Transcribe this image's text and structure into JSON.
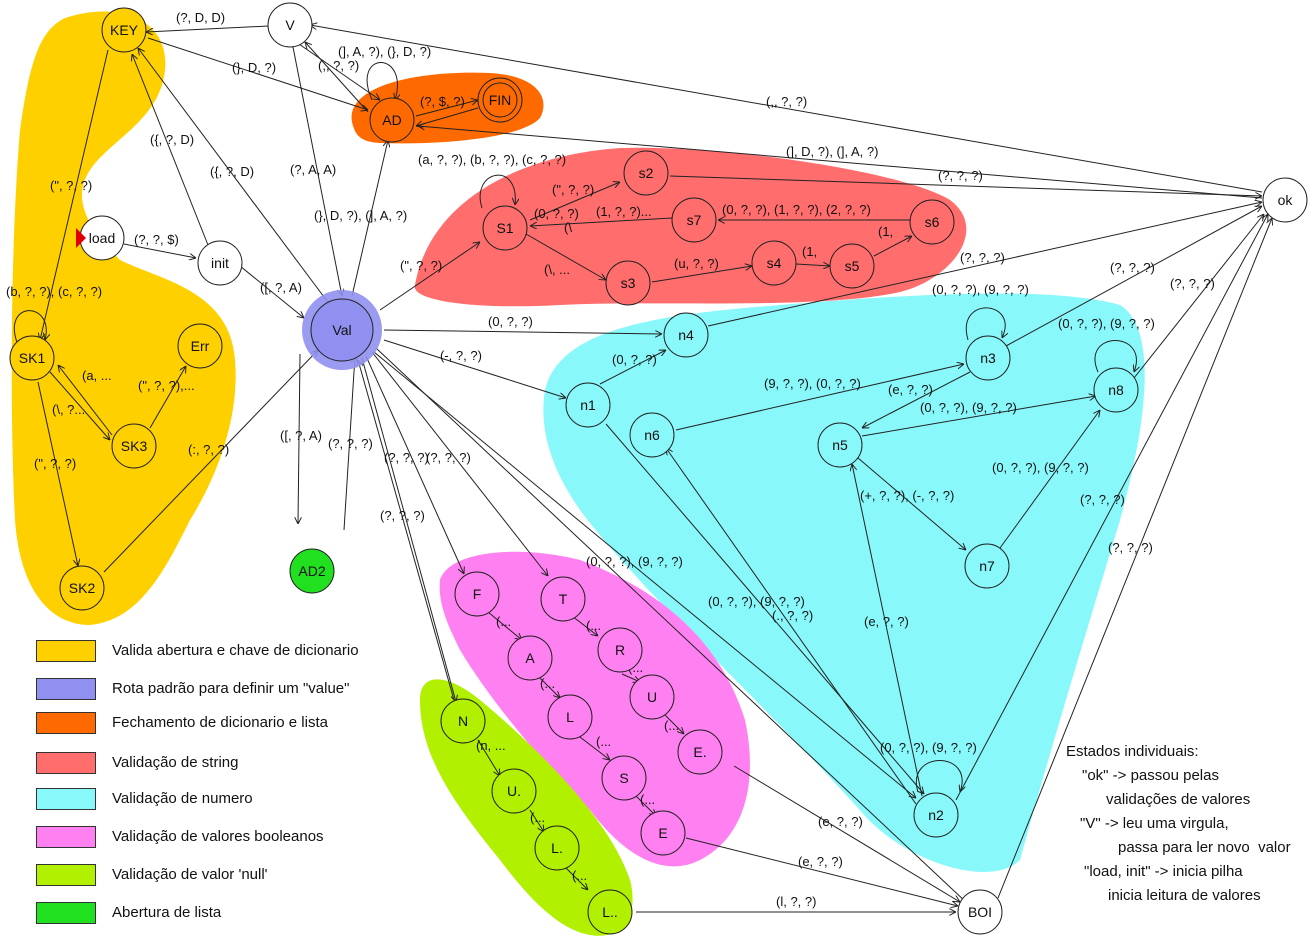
{
  "colors": {
    "key": "#ffd000",
    "value": "#8f90f0",
    "close": "#ff6a00",
    "string": "#ff6d6d",
    "number": "#88f8fb",
    "bool": "#ff80f0",
    "null": "#b0f000",
    "list": "#20e020"
  },
  "nodes": {
    "KEY": "KEY",
    "V": "V",
    "AD": "AD",
    "FIN": "FIN",
    "ok": "ok",
    "load": "load",
    "init": "init",
    "SK1": "SK1",
    "Err": "Err",
    "SK3": "SK3",
    "SK2": "SK2",
    "Val": "Val",
    "AD2": "AD2",
    "s1": "S1",
    "s2": "s2",
    "s3": "s3",
    "s4": "s4",
    "s5": "s5",
    "s6": "s6",
    "s7": "s7",
    "n1": "n1",
    "n2": "n2",
    "n3": "n3",
    "n4": "n4",
    "n5": "n5",
    "n6": "n6",
    "n7": "n7",
    "n8": "n8",
    "F": "F",
    "A": "A",
    "L": "L",
    "S": "S",
    "E": "E",
    "T": "T",
    "R": "R",
    "U": "U",
    "Edot": "E.",
    "N": "N",
    "Udot": "U.",
    "L1": "L.",
    "L2": "L..",
    "BOI": "BOI"
  },
  "edge_labels": {
    "v_key": "(?, D, D)",
    "key_ad": "(}, D, ?)",
    "ad_loop": "(], A, ?), (}, D, ?)",
    "v_ad": "(,, ?, ?)",
    "ad_fin": "(?, $, ?)",
    "ok_v": "(,, ?, ?)",
    "ok_ad": "(], D, ?), (], A, ?)",
    "init_key": "({, ?, D)",
    "val_key": "({, ?, D)",
    "v_val": "(?, A, A)",
    "val_ad": "(}, D, ?), (], A, ?)",
    "key_sk1": "(\", ?, ?)",
    "load_init": "(?, ?, $)",
    "init_val": "([, ?, A)",
    "sk1_loop": "(b, ?, ?), (c, ?, ?)",
    "sk3_sk1": "(a, ...",
    "sk1_sk3": "(\\, ?...",
    "sk3_err": "(\", ?, ?),...",
    "sk1_sk2": "(\", ?, ?)",
    "sk2_val": "(:, ?, ?)",
    "val_ad2": "([, ?, A)",
    "ad2_val": "(?, ?, ?)",
    "s1_loop": "(a, ?, ?), (b, ?, ?), (c, ?, ?)",
    "s1_s2": "(\", ?, ?)",
    "s1_s3": "(\\, ...",
    "s7_s1": "(0, ?, ?)",
    "s1_s7": "(1, ?, ?)...",
    "s1_back": "(\\",
    "s2_ok": "(?, ?, ?)",
    "s6_s7": "(0, ?, ?), (1, ?, ?), (2, ?, ?)",
    "s3_s4": "(u, ?, ?)",
    "s4_s5": "(1,",
    "s5_s6": "(1,",
    "val_s1": "(\", ?, ?)",
    "val_n4": "(0, ?, ?)",
    "val_n1": "(-, ?, ?)",
    "n4_ok": "(?, ?, ?)",
    "n1_n4": "(0, ?, ?)",
    "n3_loop": "(0, ?, ?), (9, ?, ?)",
    "n8_loop": "(0, ?, ?), (9, ?, ?)",
    "n6_n3": "(9, ?, ?), (0, ?, ?)",
    "n3_n5": "(e, ?, ?)",
    "n5_n8": "(0, ?, ?), (9, ?, ?)",
    "n3_ok": "(?, ?, ?)",
    "n8_ok": "(?, ?, ?)",
    "n7_n8": "(0, ?, ?), (9, ?, ?)",
    "n5_n7": "(+, ?, ?), (-, ?, ?)",
    "n2_n5": "(e, ?, ?)",
    "val_n2": "(0, ?, ?), (9, ?, ?)",
    "n1_n2": "(0, ?, ?), (9, ?, ?)",
    "n2_n6": "(., ?, ?)",
    "n2_loop": "(0, ?, ?), (9, ?, ?)",
    "n2_ok": "(?, ?, ?)",
    "boi_ok": "(?, ?, ?)",
    "val_F": "(?, ?, ?)",
    "val_T": "(?, ?, ?)",
    "val_N": "(?, ?, ?)",
    "N_val": "(?, ?, ?)",
    "val_to": "(?, ?, ?)",
    "F_A": "(...",
    "A_L": "(...",
    "L_S": "(...",
    "S_E": "(...",
    "T_R": "(...",
    "R_U": "(...",
    "U_Edot": "(...",
    "N_Udot": "(n, ...",
    "Udot_L1": "(...",
    "L1_L2": "(...",
    "Edot_boi": "(e, ?, ?)",
    "E_boi": "(e, ?, ?)",
    "L2_boi": "(l, ?, ?)"
  },
  "legend": [
    {
      "color": "#ffd000",
      "label": "Valida abertura e chave de dicionario"
    },
    {
      "color": "#8f90f0",
      "label": "Rota padrão para definir um \"value\""
    },
    {
      "color": "#ff6a00",
      "label": "Fechamento de dicionario e lista"
    },
    {
      "color": "#ff6d6d",
      "label": "Validação de string"
    },
    {
      "color": "#88f8fb",
      "label": "Validação de numero"
    },
    {
      "color": "#ff80f0",
      "label": "Validação de valores booleanos"
    },
    {
      "color": "#b0f000",
      "label": "Validação de valor 'null'"
    },
    {
      "color": "#20e020",
      "label": "Abertura de lista"
    }
  ],
  "notes": {
    "title": "Estados individuais:",
    "line1": "\"ok\" -> passou pelas",
    "line2": "validações de valores",
    "line3": "\"V\" -> leu uma virgula,",
    "line4": "passa para ler novo  valor",
    "line5": "\"load, init\" -> inicia pilha",
    "line6": "inicia leitura de valores"
  }
}
